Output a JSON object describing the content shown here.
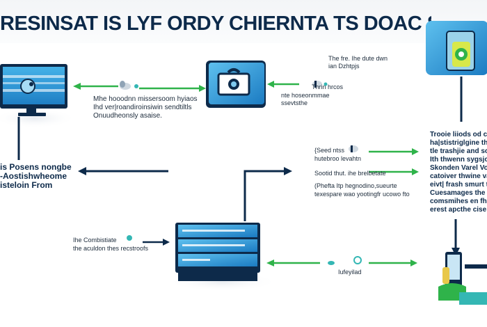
{
  "title": "RESINSAT IS LYF ORDY CHIERNTA TS DOAC SGSOD TI",
  "left_node": {
    "label_lines": [
      "is Posens nongbe",
      "-Aostishwheome",
      "isteloin From"
    ]
  },
  "center_top_node": {
    "caption_lines": [
      "Mhe hooodnn missersoom hyiaos",
      "Ihd ver|roandiroinsiwin sendtiltls",
      "Onuudheonsly asaise."
    ]
  },
  "top_right_note": {
    "lines": [
      "The fre. Ihe dute dwn",
      "ian Dzhtpjs"
    ]
  },
  "mid_right_note": {
    "lines": [
      "Thrin hrcos",
      "nte hoseonmmae",
      "ssevtsthe"
    ]
  },
  "right_column": {
    "lines": [
      "Trooie liiods od cn",
      "ha|stistriglgine thle",
      "tle trashjie and sof fo",
      "Ith thwenn sygsjons",
      "Skonden Varel Vo ee",
      "catoiver thwine vann",
      "eivt| frash smurt tom",
      "Cuesamages the emn",
      "comsmihes en fhe en",
      "erest apcthe cise |ls"
    ]
  },
  "center_right_notes": {
    "top_lines": [
      "{Seed ntss",
      "hutebroo levahtn"
    ],
    "middle_line": "Sootid thut. ihe brelbetate",
    "bottom_lines": [
      "(Phefta Itp hegnodino,sueurte",
      "texespare wao yootingfr ucowo fto"
    ]
  },
  "bottom_left_note": {
    "lines": [
      "Ihe Combistiate",
      "the aculdon thes recstroofs"
    ]
  },
  "bottom_caption": "Iufeyilad",
  "colors": {
    "navy": "#0d2a4a",
    "blue": "#2e9bd6",
    "light_blue": "#7fcaf0",
    "green": "#2fb34a",
    "teal": "#34b7b4"
  },
  "icons": [
    "monitor-icon",
    "camera-icon",
    "server-drive-icon",
    "phone-icon",
    "hand-device-icon",
    "cloud-icon",
    "tag-icon"
  ]
}
